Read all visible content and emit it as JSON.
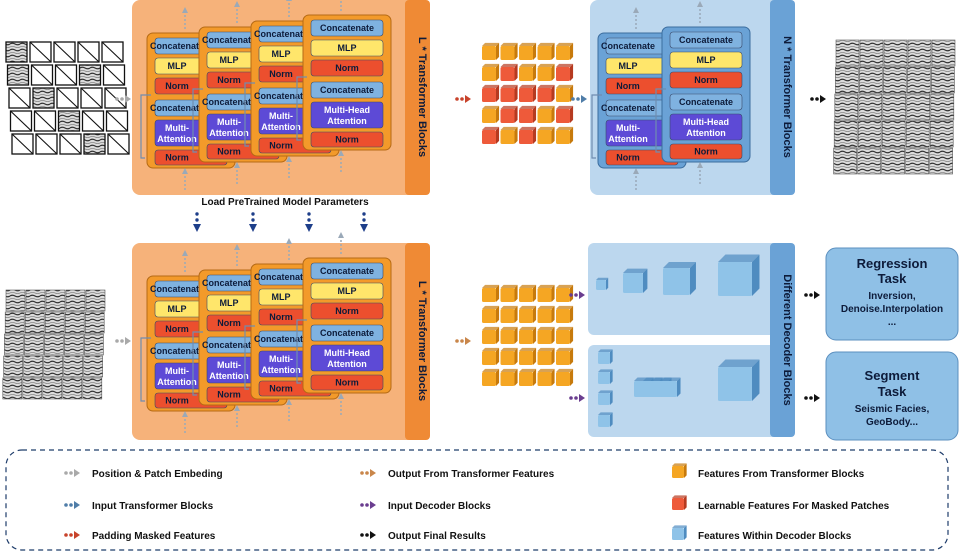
{
  "top_encoder": {
    "vertical_label": "L * Transformer Blocks",
    "block": {
      "concat1": "Concatenate",
      "mlp": "MLP",
      "norm1": "Norm",
      "concat2": "Concatenate",
      "attention_line1": "Multi-Head",
      "attention_line2": "Attention",
      "norm2": "Norm"
    },
    "partial": {
      "concat": "Concatenate",
      "mlp": "MLP",
      "norm": "Norm",
      "attention1": "Multi-",
      "attention2": "Attention"
    }
  },
  "top_decoder": {
    "vertical_label": "N * Transformer Blocks",
    "block": {
      "concat1": "Concatenate",
      "mlp": "MLP",
      "norm1": "Norm",
      "concat2": "Concatenate",
      "attention_line1": "Multi-Head",
      "attention_line2": "Attention",
      "norm2": "Norm"
    },
    "partial": {
      "concat": "Concatenate",
      "mlp": "MLP",
      "norm": "Norm",
      "attention1": "Multi-",
      "attention2": "Attention"
    }
  },
  "load_label": "Load PreTrained Model Parameters",
  "bottom_encoder": {
    "vertical_label": "L * Transformer Blocks"
  },
  "decoder_blocks_label": "Different Decoder Blocks",
  "tasks": {
    "regression": {
      "title": "Regression",
      "title2": "Task",
      "line1": "Inversion,",
      "line2": "Denoise.Interpolation",
      "line3": "..."
    },
    "segment": {
      "title": "Segment",
      "title2": "Task",
      "line1": "Seismic Facies,",
      "line2": "GeoBody..."
    }
  },
  "legend": [
    {
      "text": "Position & Patch Embeding",
      "kind": "arrow",
      "color": "#a9a9a9"
    },
    {
      "text": "Output From Transformer Features",
      "kind": "arrow",
      "color": "#c9864a"
    },
    {
      "text": "Features From Transformer Blocks",
      "kind": "cube",
      "color": "#f5a623"
    },
    {
      "text": "Input Transformer Blocks",
      "kind": "arrow",
      "color": "#4f7da8"
    },
    {
      "text": "Input Decoder Blocks",
      "kind": "arrow",
      "color": "#6a3d8f"
    },
    {
      "text": "Learnable Features For Masked Patches",
      "kind": "cube",
      "color": "#ee5a3a"
    },
    {
      "text": "Padding Masked Features",
      "kind": "arrow",
      "color": "#c8432b"
    },
    {
      "text": "Output Final Results",
      "kind": "arrow",
      "color": "#111111"
    },
    {
      "text": "Features Within Decoder Blocks",
      "kind": "cube",
      "color": "#8fc3e8"
    }
  ],
  "colors": {
    "encoder_panel": "#f6b27a",
    "decoder_panel": "#bcd7ee",
    "orange_block": "#f39a2a",
    "blue_block": "#6aa2d6",
    "norm_red": "#ec4f2e",
    "mlp_yellow": "#ffe66b",
    "attention_purple": "#5d4ad6",
    "concat_blue": "#7fb2e0",
    "task_box": "#8fc0e6"
  }
}
